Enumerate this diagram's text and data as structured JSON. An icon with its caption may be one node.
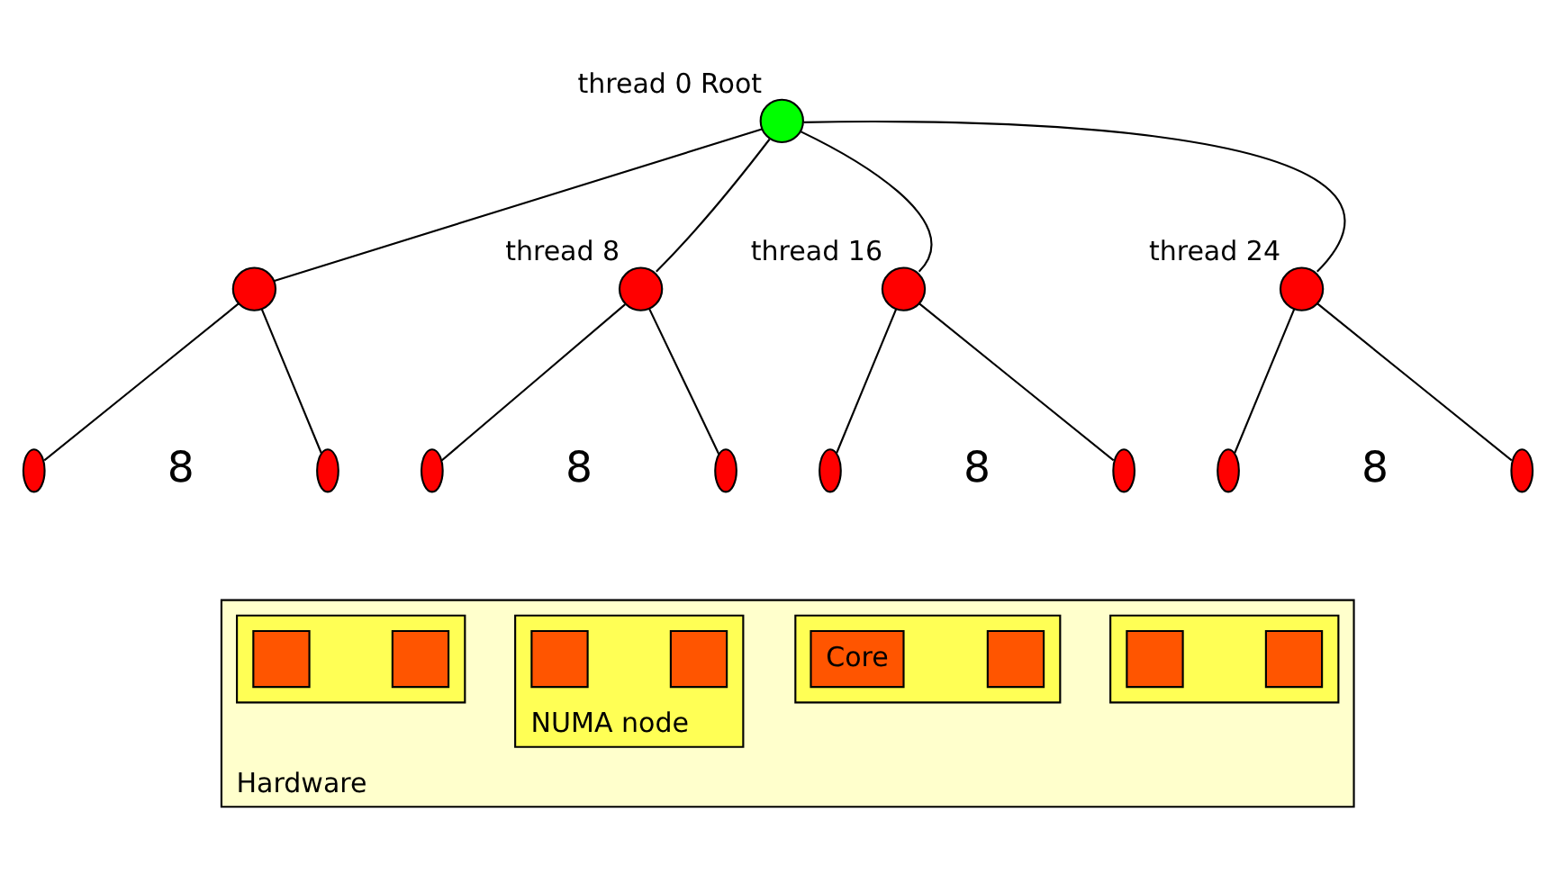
{
  "diagram": {
    "nodes": [
      {
        "text": [],
        "shape": "circle",
        "beside": [
          "thread 0",
          "Root"
        ]
      },
      {
        "text": [],
        "shape": "circle"
      },
      {
        "text": [],
        "shape": "circle",
        "beside": [
          "thread 8"
        ]
      },
      {
        "text": [],
        "shape": "circle",
        "beside": [
          "thread 16"
        ]
      },
      {
        "text": [],
        "shape": "circle",
        "beside": [
          "thread 24"
        ]
      },
      {
        "text": [],
        "shape": "ellipse"
      },
      {
        "text": [],
        "shape": "ellipse"
      },
      {
        "text": [],
        "shape": "ellipse"
      },
      {
        "text": [],
        "shape": "ellipse"
      },
      {
        "text": [],
        "shape": "ellipse"
      },
      {
        "text": [],
        "shape": "ellipse"
      },
      {
        "text": [],
        "shape": "ellipse"
      },
      {
        "text": [],
        "shape": "ellipse"
      },
      {
        "text": [
          "Hardware"
        ]
      },
      {
        "text": [],
        "shape": "box",
        "in": 13
      },
      {
        "text": [],
        "shape": "box",
        "in": 14
      },
      {
        "text": [],
        "shape": "box",
        "in": 14
      },
      {
        "text": [
          "NUMA node"
        ],
        "in": 13
      },
      {
        "text": [],
        "shape": "box",
        "in": 17
      },
      {
        "text": [],
        "shape": "box",
        "in": 17
      },
      {
        "text": [],
        "shape": "box",
        "in": 13
      },
      {
        "text": [
          "Core"
        ],
        "in": 20
      },
      {
        "text": [],
        "shape": "box",
        "in": 20
      },
      {
        "text": [],
        "shape": "box",
        "in": 13
      },
      {
        "text": [],
        "shape": "box",
        "in": 23
      },
      {
        "text": [],
        "shape": "box",
        "in": 23
      }
    ],
    "edges": [
      {
        "from": 0,
        "to": 1,
        "arrow": "none"
      },
      {
        "from": 0,
        "to": 2,
        "arrow": "none"
      },
      {
        "from": 0,
        "to": 3,
        "arrow": "none"
      },
      {
        "from": 0,
        "to": 4,
        "arrow": "none"
      },
      {
        "from": 1,
        "to": 5,
        "arrow": "none"
      },
      {
        "from": 1,
        "to": 6,
        "arrow": "none"
      },
      {
        "from": 2,
        "to": 7,
        "arrow": "none"
      },
      {
        "from": 2,
        "to": 8,
        "arrow": "none"
      },
      {
        "from": 3,
        "to": 9,
        "arrow": "none"
      },
      {
        "from": 3,
        "to": 10,
        "arrow": "none"
      },
      {
        "from": 4,
        "to": 11,
        "arrow": "none"
      },
      {
        "from": 4,
        "to": 12,
        "arrow": "none"
      }
    ],
    "labels": [
      "8",
      "8",
      "8",
      "8"
    ]
  }
}
